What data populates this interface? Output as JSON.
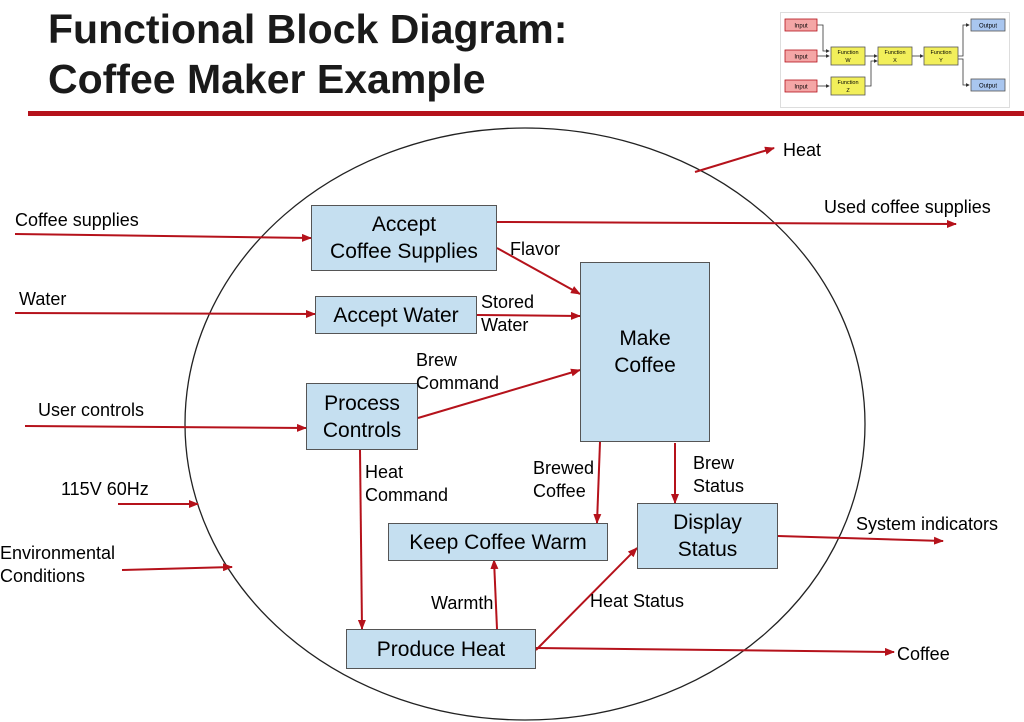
{
  "title": {
    "line1": "Functional Block Diagram:",
    "line2": "Coffee Maker Example"
  },
  "colors": {
    "accent": "#b5121b",
    "box_fill": "#c5dff0",
    "arrow": "#b5121b"
  },
  "thumbnail": {
    "inputs": [
      "Input",
      "Input",
      "Input"
    ],
    "functions": [
      {
        "top": "Function",
        "bottom": "W"
      },
      {
        "top": "Function",
        "bottom": "X"
      },
      {
        "top": "Function",
        "bottom": "Y"
      },
      {
        "top": "Function",
        "bottom": "Z"
      }
    ],
    "outputs": [
      "Output",
      "Output"
    ]
  },
  "blocks": {
    "accept_coffee_supplies": "Accept\nCoffee Supplies",
    "accept_water": "Accept Water",
    "process_controls": "Process\nControls",
    "make_coffee": "Make\nCoffee",
    "keep_coffee_warm": "Keep Coffee Warm",
    "display_status": "Display\nStatus",
    "produce_heat": "Produce Heat"
  },
  "labels": {
    "heat": "Heat",
    "used_coffee_supplies": "Used coffee supplies",
    "coffee_supplies": "Coffee supplies",
    "water": "Water",
    "user_controls": "User controls",
    "power": "115V 60Hz",
    "environmental": "Environmental\nConditions",
    "flavor": "Flavor",
    "stored_water": "Stored\nWater",
    "brew_command": "Brew\nCommand",
    "heat_command": "Heat\nCommand",
    "brewed_coffee": "Brewed\nCoffee",
    "brew_status": "Brew\nStatus",
    "system_indicators": "System indicators",
    "warmth": "Warmth",
    "heat_status": "Heat Status",
    "coffee": "Coffee"
  }
}
